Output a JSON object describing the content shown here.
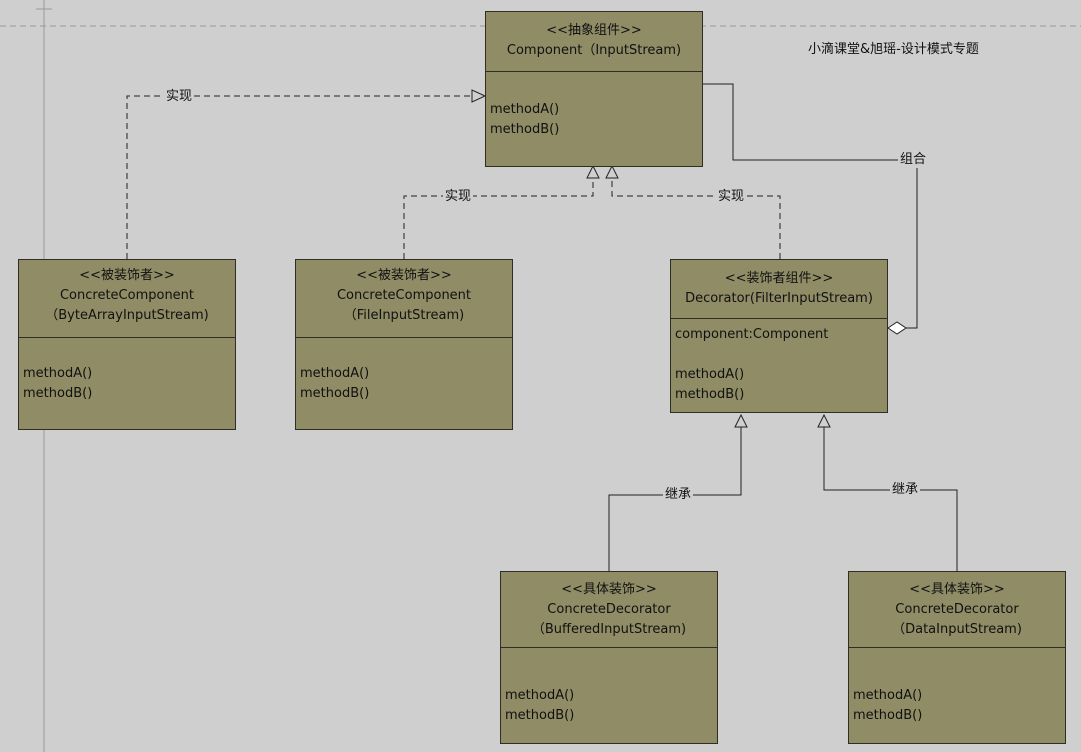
{
  "watermark": "小滴课堂&旭瑶-设计模式专题",
  "classes": {
    "component": {
      "stereotype": "<<抽象组件>>",
      "name": "Component（InputStream)",
      "methods": [
        "methodA()",
        "methodB()"
      ]
    },
    "concrete_bytearray": {
      "stereotype": "<<被装饰者>>",
      "name": "ConcreteComponent",
      "subname": "（ByteArrayInputStream)",
      "methods": [
        "methodA()",
        "methodB()"
      ]
    },
    "concrete_file": {
      "stereotype": "<<被装饰者>>",
      "name": "ConcreteComponent",
      "subname": "（FileInputStream)",
      "methods": [
        "methodA()",
        "methodB()"
      ]
    },
    "decorator": {
      "stereotype": "<<装饰者组件>>",
      "name": "Decorator(FilterInputStream)",
      "attribute": "component:Component",
      "methods": [
        "methodA()",
        "methodB()"
      ]
    },
    "buffered": {
      "stereotype": "<<具体装饰>>",
      "name": "ConcreteDecorator",
      "subname": "（BufferedInputStream)",
      "methods": [
        "methodA()",
        "methodB()"
      ]
    },
    "data": {
      "stereotype": "<<具体装饰>>",
      "name": "ConcreteDecorator",
      "subname": "（DataInputStream)",
      "methods": [
        "methodA()",
        "methodB()"
      ]
    }
  },
  "edges": {
    "realize_bytearray": "实现",
    "realize_file": "实现",
    "realize_decorator": "实现",
    "compose": "组合",
    "inherit_buffered": "继承",
    "inherit_data": "继承"
  }
}
